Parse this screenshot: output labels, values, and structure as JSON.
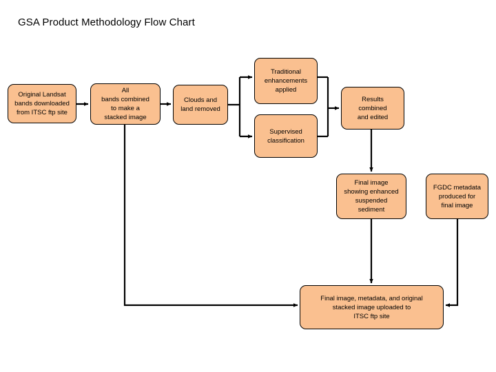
{
  "page": {
    "title": "GSA Product Methodology Flow Chart",
    "background_color": "#ffffff"
  },
  "style": {
    "node_fill": "#fac090",
    "node_stroke": "#000000",
    "connector_color": "#000000",
    "text_color": "#000000"
  },
  "nodes": {
    "original": {
      "id": "original-landsat-bands",
      "label": "Original Landsat\nbands downloaded\nfrom ITSC ftp site"
    },
    "stacked": {
      "id": "all-bands-combined",
      "label": "All\nbands combined\nto make a\nstacked image"
    },
    "clouds": {
      "id": "clouds-and-land-removed",
      "label": "Clouds and\nland removed"
    },
    "traditional": {
      "id": "traditional-enhancements-applied",
      "label": "Traditional\nenhancements\napplied"
    },
    "supervised": {
      "id": "supervised-classification",
      "label": "Supervised\nclassification"
    },
    "results": {
      "id": "results-combined-and-edited",
      "label": "Results\ncombined\nand edited"
    },
    "final_image": {
      "id": "final-image-suspended-sediment",
      "label": "Final image\nshowing enhanced\nsuspended\nsediment"
    },
    "fgdc": {
      "id": "fgdc-metadata-produced",
      "label": "FGDC metadata\nproduced for\nfinal image"
    },
    "upload": {
      "id": "final-upload-to-ftp",
      "label": "Final image, metadata, and original\nstacked image uploaded to\nITSC ftp site"
    }
  },
  "connectors": [
    {
      "id": "original-to-stacked",
      "from": "original",
      "to": "stacked",
      "arrow": true
    },
    {
      "id": "stacked-to-clouds",
      "from": "stacked",
      "to": "clouds",
      "arrow": true
    },
    {
      "id": "clouds-to-traditional",
      "from": "clouds",
      "to": "traditional",
      "arrow": true
    },
    {
      "id": "clouds-to-supervised",
      "from": "clouds",
      "to": "supervised",
      "arrow": true
    },
    {
      "id": "traditional-to-results",
      "from": "traditional",
      "to": "results",
      "arrow": true
    },
    {
      "id": "supervised-to-results",
      "from": "supervised",
      "to": "results",
      "arrow": true
    },
    {
      "id": "results-to-final-image",
      "from": "results",
      "to": "final_image",
      "arrow": true
    },
    {
      "id": "final-image-to-upload",
      "from": "final_image",
      "to": "upload",
      "arrow": true
    },
    {
      "id": "fgdc-to-upload",
      "from": "fgdc",
      "to": "upload",
      "arrow": true
    },
    {
      "id": "stacked-to-upload",
      "from": "stacked",
      "to": "upload",
      "arrow": true
    }
  ]
}
